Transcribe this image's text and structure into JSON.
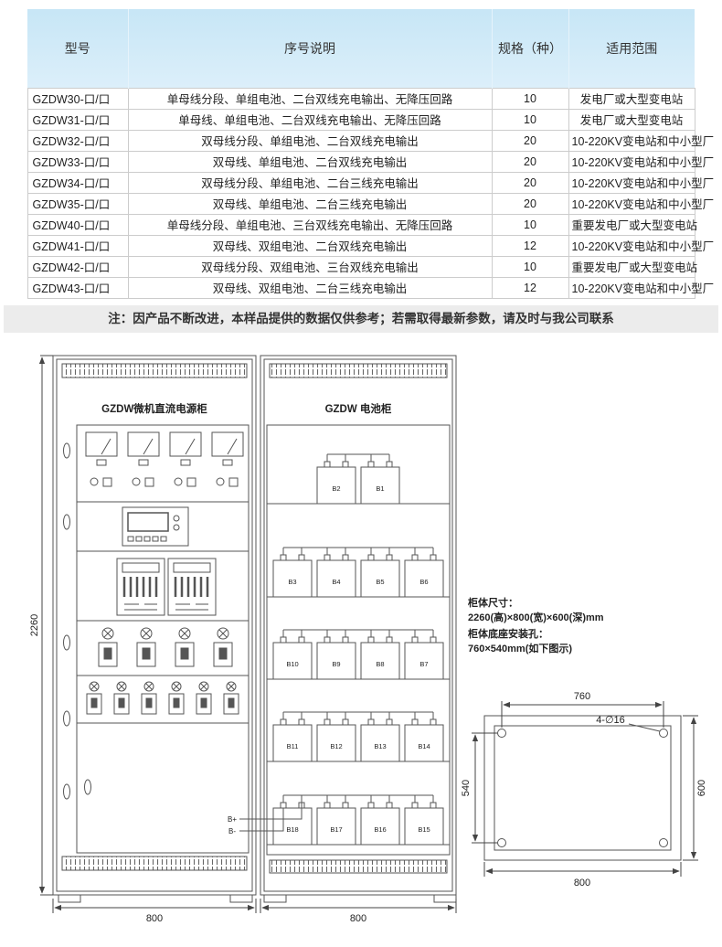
{
  "table": {
    "headers": {
      "model": "型号",
      "desc": "序号说明",
      "spec": "规格（种）",
      "range": "适用范围"
    },
    "rows": [
      {
        "model": "GZDW30-口/口",
        "desc": "单母线分段、单组电池、二台双线充电输出、无降压回路",
        "spec": "10",
        "range": "发电厂或大型变电站"
      },
      {
        "model": "GZDW31-口/口",
        "desc": "单母线、单组电池、二台双线充电输出、无降压回路",
        "spec": "10",
        "range": "发电厂或大型变电站"
      },
      {
        "model": "GZDW32-口/口",
        "desc": "双母线分段、单组电池、二台双线充电输出",
        "spec": "20",
        "range": "10-220KV变电站和中小型厂"
      },
      {
        "model": "GZDW33-口/口",
        "desc": "双母线、单组电池、二台双线充电输出",
        "spec": "20",
        "range": "10-220KV变电站和中小型厂"
      },
      {
        "model": "GZDW34-口/口",
        "desc": "双母线分段、单组电池、二台三线充电输出",
        "spec": "20",
        "range": "10-220KV变电站和中小型厂"
      },
      {
        "model": "GZDW35-口/口",
        "desc": "双母线、单组电池、二台三线充电输出",
        "spec": "20",
        "range": "10-220KV变电站和中小型厂"
      },
      {
        "model": "GZDW40-口/口",
        "desc": "单母线分段、单组电池、三台双线充电输出、无降压回路",
        "spec": "10",
        "range": "重要发电厂或大型变电站"
      },
      {
        "model": "GZDW41-口/口",
        "desc": "双母线、双组电池、二台双线充电输出",
        "spec": "12",
        "range": "10-220KV变电站和中小型厂"
      },
      {
        "model": "GZDW42-口/口",
        "desc": "双母线分段、双组电池、三台双线充电输出",
        "spec": "10",
        "range": "重要发电厂或大型变电站"
      },
      {
        "model": "GZDW43-口/口",
        "desc": "双母线、双组电池、二台三线充电输出",
        "spec": "12",
        "range": "10-220KV变电站和中小型厂"
      }
    ]
  },
  "note": "注：因产品不断改进，本样品提供的数据仅供参考；若需取得最新参数，请及时与我公司联系",
  "diagram": {
    "left_cabinet": {
      "title": "GZDW微机直流电源柜",
      "height_dim": "2260",
      "width_dim": "800"
    },
    "right_cabinet": {
      "title": "GZDW 电池柜",
      "width_dim": "800",
      "terminal_pos": "B+",
      "terminal_neg": "B-",
      "batteries": [
        "B2",
        "B1",
        "B3",
        "B4",
        "B5",
        "B6",
        "B10",
        "B9",
        "B8",
        "B7",
        "B11",
        "B12",
        "B13",
        "B14",
        "B18",
        "B17",
        "B16",
        "B15"
      ]
    },
    "size_note": {
      "line1": "柜体尺寸：",
      "line2": "2260(高)×800(宽)×600(深)mm",
      "line3": "柜体底座安装孔：",
      "line4": "760×540mm(如下图示)"
    },
    "base": {
      "top_dim": "760",
      "left_dim": "540",
      "right_dim": "600",
      "bottom_dim": "800",
      "hole_label": "4-∅16"
    }
  }
}
